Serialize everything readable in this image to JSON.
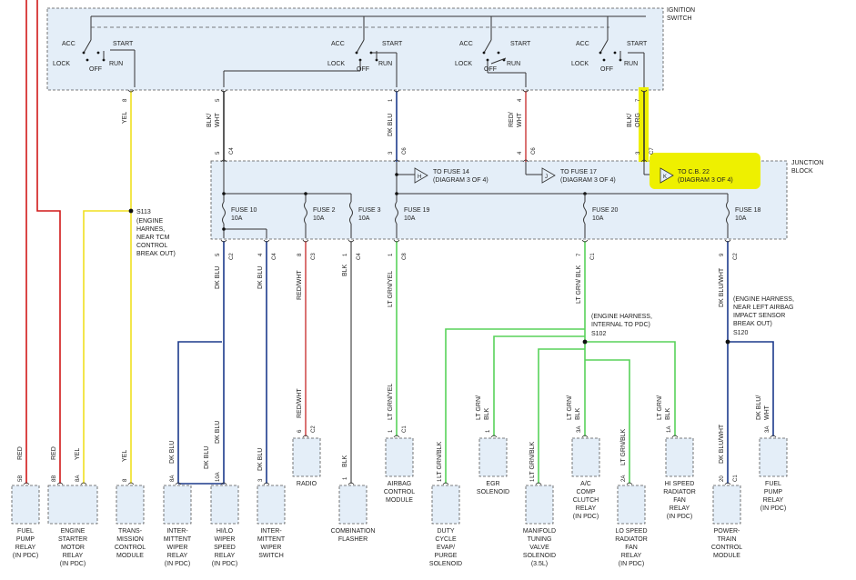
{
  "colors": {
    "red": "#d01818",
    "yellow": "#f0e020",
    "dark_blue": "#1c3a8c",
    "green": "#58d25a",
    "black": "#333333",
    "red_white": "#d05050",
    "highlight": "#eef000",
    "box_fill": "#e4eef8"
  },
  "ignition": {
    "title_line1": "IGNITION",
    "title_line2": "SWITCH",
    "acc": "ACC",
    "start": "START",
    "lock": "LOCK",
    "off": "OFF",
    "run": "RUN"
  },
  "junction": {
    "title_line1": "JUNCTION",
    "title_line2": "BLOCK"
  },
  "top_wires": [
    {
      "pin": "8",
      "color_lines": [
        "YEL"
      ],
      "conn_pin": "",
      "conn": ""
    },
    {
      "pin": "5",
      "color_lines": [
        "BLK/",
        "WHT"
      ],
      "conn_pin": "5",
      "conn": "C4"
    },
    {
      "pin": "1",
      "color_lines": [
        "DK BLU"
      ],
      "conn_pin": "3",
      "conn": "C6"
    },
    {
      "pin": "4",
      "color_lines": [
        "RED/",
        "WHT"
      ],
      "conn_pin": "4",
      "conn": "C6"
    },
    {
      "pin": "7",
      "color_lines": [
        "BLK/",
        "ORG"
      ],
      "conn_pin": "3",
      "conn": "C7"
    }
  ],
  "fuses": [
    {
      "label": "FUSE 10",
      "rating": "10A"
    },
    {
      "label": "FUSE 2",
      "rating": "10A"
    },
    {
      "label": "FUSE 3",
      "rating": "10A"
    },
    {
      "label": "FUSE 19",
      "rating": "10A"
    },
    {
      "label": "FUSE 20",
      "rating": "10A"
    },
    {
      "label": "FUSE 18",
      "rating": "10A"
    }
  ],
  "refs": [
    {
      "name": "TO FUSE 14",
      "detail": "(DIAGRAM 3 OF 4)",
      "letter": "H"
    },
    {
      "name": "TO FUSE 17",
      "detail": "(DIAGRAM 3 OF 4)",
      "letter": "J"
    },
    {
      "name": "TO C.B. 22",
      "detail": "(DIAGRAM 3 OF 4)",
      "letter": "K"
    }
  ],
  "jb_outputs": [
    {
      "pin": "5",
      "conn": "C2",
      "color": "DK BLU"
    },
    {
      "pin": "4",
      "conn": "C4",
      "color": "DK BLU"
    },
    {
      "pin": "8",
      "conn": "C3",
      "color": "RED/WHT"
    },
    {
      "pin": "1",
      "conn": "C4",
      "color": "BLK"
    },
    {
      "pin": "1",
      "conn": "C8",
      "color": "LT GRN/YEL"
    },
    {
      "pin": "7",
      "conn": "C1",
      "color": "LT GRN/ BLK"
    },
    {
      "pin": "9",
      "conn": "C2",
      "color": "DK BLU/WHT"
    }
  ],
  "splices": {
    "s113": [
      "S113",
      "(ENGINE",
      "HARNES,",
      "NEAR TCM",
      "CONTROL",
      "BREAK OUT)"
    ],
    "s102": [
      "(ENGINE HARNESS,",
      "INTERNAL TO PDC)",
      "S102"
    ],
    "s120": [
      "(ENGINE HARNESS,",
      "NEAR LEFT AIRBAG",
      "IMPACT SENSOR",
      "BREAK OUT)",
      "S120"
    ]
  },
  "mid_labels": {
    "radio_color": "RED/WHT",
    "radio_pin": "6",
    "radio_conn": "C2",
    "airbag_color": "LT GRN/YEL",
    "airbag_pin": "1",
    "airbag_conn": "C1",
    "flasher_color": "BLK",
    "flasher_pin": "1",
    "egr_color_lines": [
      "LT GRN/",
      "BLK"
    ],
    "egr_pin": "1",
    "hispeed_color_lines": [
      "LT GRN/",
      "BLK"
    ],
    "ac_color_lines": [
      "LT GRN/",
      "BLK"
    ],
    "ac_pin": "3A",
    "lospeed_color": "LT GRN/BLK",
    "purge_color": "LT GRN/BLK",
    "manifold_color": "LT GRN/BLK",
    "fuelpump_color_lines": [
      "DK BLU/",
      "WHT"
    ],
    "fuelpump_pin": "3A",
    "pcm_color": "DK BLU/WHT"
  },
  "components": [
    {
      "id": "fuel-pump-relay",
      "lines": [
        "FUEL",
        "PUMP",
        "RELAY",
        "(IN PDC)"
      ],
      "wire": "RED",
      "pin": "5B",
      "conn": ""
    },
    {
      "id": "engine-starter-motor-relay",
      "lines": [
        "ENGINE",
        "STARTER",
        "MOTOR",
        "RELAY",
        "(IN PDC)"
      ],
      "wire": "RED",
      "pin": "8B",
      "conn": ""
    },
    {
      "id": "engine-starter-motor-relay-yel",
      "lines": [],
      "wire": "YEL",
      "pin": "8A",
      "conn": ""
    },
    {
      "id": "transmission-control-module",
      "lines": [
        "TRANS-",
        "MISSION",
        "CONTROL",
        "MODULE"
      ],
      "wire": "YEL",
      "pin": "8",
      "conn": ""
    },
    {
      "id": "intermittent-wiper-relay",
      "lines": [
        "INTER-",
        "MITTENT",
        "WIPER",
        "RELAY",
        "(IN PDC)"
      ],
      "wire": "DK BLU",
      "pin": "8A",
      "conn": ""
    },
    {
      "id": "hi-lo-wiper-speed-relay",
      "lines": [
        "HI/LO",
        "WIPER",
        "SPEED",
        "RELAY",
        "(IN PDC)"
      ],
      "wire": "DK BLU",
      "pin": "10A",
      "conn": ""
    },
    {
      "id": "intermittent-wiper-switch",
      "lines": [
        "INTER-",
        "MITTENT",
        "WIPER",
        "SWITCH"
      ],
      "wire": "DK BLU",
      "pin": "3",
      "conn": ""
    },
    {
      "id": "radio",
      "lines": [
        "RADIO"
      ],
      "wire": "",
      "pin": "",
      "conn": ""
    },
    {
      "id": "combination-flasher",
      "lines": [
        "COMBINATION",
        "FLASHER"
      ],
      "wire": "BLK",
      "pin": "",
      "conn": ""
    },
    {
      "id": "airbag-control-module",
      "lines": [
        "AIRBAG",
        "CONTROL",
        "MODULE"
      ],
      "wire": "",
      "pin": "",
      "conn": ""
    },
    {
      "id": "duty-cycle-evap-purge-solenoid",
      "lines": [
        "DUTY",
        "CYCLE",
        "EVAP/",
        "PURGE",
        "SOLENOID"
      ],
      "wire": "LT GRN/BLK",
      "pin": "1",
      "conn": ""
    },
    {
      "id": "egr-solenoid",
      "lines": [
        "EGR",
        "SOLENOID"
      ],
      "wire": "",
      "pin": "",
      "conn": ""
    },
    {
      "id": "manifold-tuning-valve-solenoid",
      "lines": [
        "MANIFOLD",
        "TUNING",
        "VALVE",
        "SOLENOID",
        "(3.5L)"
      ],
      "wire": "LT GRN/BLK",
      "pin": "1",
      "conn": ""
    },
    {
      "id": "ac-comp-clutch-relay",
      "lines": [
        "A/C",
        "COMP",
        "CLUTCH",
        "RELAY",
        "(IN PDC)"
      ],
      "wire": "",
      "pin": "",
      "conn": ""
    },
    {
      "id": "lo-speed-radiator-fan-relay",
      "lines": [
        "LO SPEED",
        "RADIATOR",
        "FAN",
        "RELAY",
        "(IN PDC)"
      ],
      "wire": "LT GRN/BLK",
      "pin": "2A",
      "conn": ""
    },
    {
      "id": "hi-speed-radiator-fan-relay",
      "lines": [
        "HI SPEED",
        "RADIATOR",
        "FAN",
        "RELAY",
        "(IN PDC)"
      ],
      "wire": "",
      "pin": "1A",
      "conn": ""
    },
    {
      "id": "powertrain-control-module",
      "lines": [
        "POWER-",
        "TRAIN",
        "CONTROL",
        "MODULE"
      ],
      "wire": "",
      "pin": "20",
      "conn": "C1"
    },
    {
      "id": "fuel-pump-relay-right",
      "lines": [
        "FUEL",
        "PUMP",
        "RELAY",
        "(IN PDC)"
      ],
      "wire": "",
      "pin": "",
      "conn": ""
    }
  ]
}
